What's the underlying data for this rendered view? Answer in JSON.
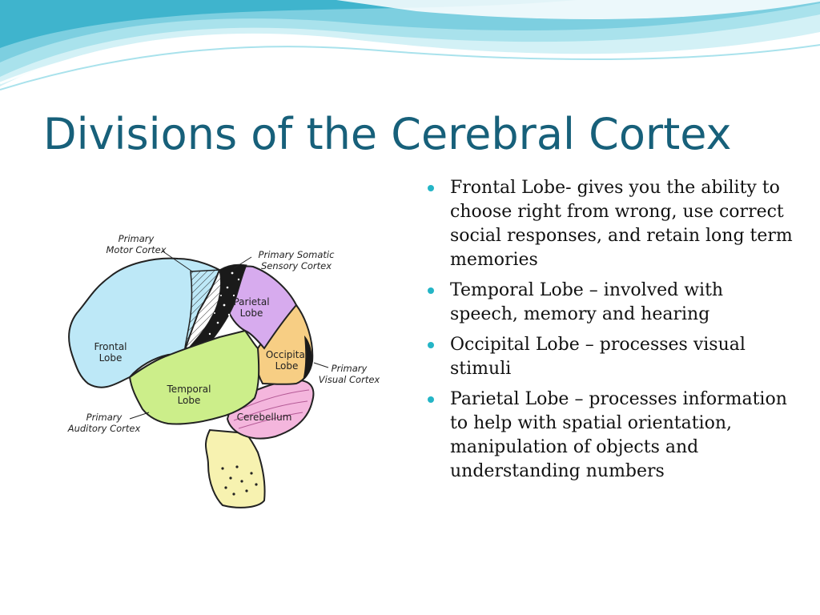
{
  "slide": {
    "title": "Divisions of the Cerebral Cortex",
    "colors": {
      "title": "#17607A",
      "bullet": "#24B5C6",
      "wave_light": "#D3F1F6",
      "wave_mid": "#8FD6E4",
      "wave_dark": "#39B3CC"
    }
  },
  "bullets": [
    "Frontal Lobe- gives you the ability to choose right from wrong, use correct social responses, and retain long term memories",
    "Temporal Lobe – involved with speech, memory and hearing",
    "Occipital Lobe – processes visual stimuli",
    "Parietal Lobe – processes information to help with spatial orientation, manipulation of objects and understanding numbers"
  ],
  "diagram": {
    "regions": {
      "frontal": {
        "line1": "Frontal",
        "line2": "Lobe",
        "color": "#BDE8F7"
      },
      "parietal": {
        "line1": "Parietal",
        "line2": "Lobe",
        "color": "#D7ABEE"
      },
      "occipital": {
        "line1": "Occipital",
        "line2": "Lobe",
        "color": "#F7CE84"
      },
      "temporal": {
        "line1": "Temporal",
        "line2": "Lobe",
        "color": "#CCEE8A"
      },
      "cerebellum": {
        "label": "Cerebellum",
        "color": "#F4B6DD"
      },
      "brainstem": {
        "color": "#F7F2B0"
      }
    },
    "callouts": {
      "motor": {
        "line1": "Primary",
        "line2": "Motor Cortex"
      },
      "somatic": {
        "line1": "Primary Somatic",
        "line2": "Sensory Cortex"
      },
      "visual": {
        "line1": "Primary",
        "line2": "Visual Cortex"
      },
      "auditory": {
        "line1": "Primary",
        "line2": "Auditory Cortex"
      }
    }
  }
}
